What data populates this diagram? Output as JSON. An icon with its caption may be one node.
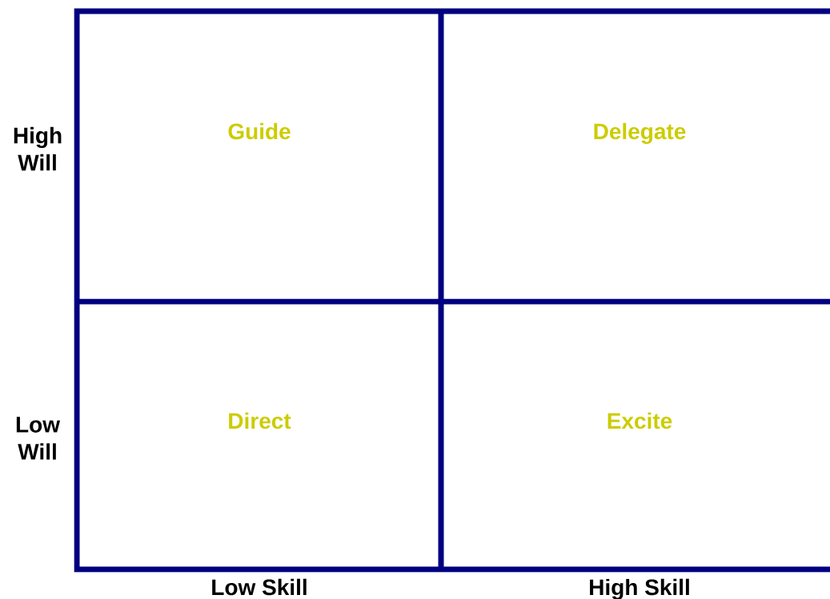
{
  "diagram": {
    "nodes": [
      {
        "text": [
          "Guide"
        ]
      },
      {
        "text": [
          "Delegate"
        ]
      },
      {
        "text": [
          "Direct"
        ]
      },
      {
        "text": [
          "Excite"
        ]
      }
    ],
    "labels": [
      "High Will",
      "Low Will",
      "Low Skill",
      "High Skill"
    ]
  }
}
